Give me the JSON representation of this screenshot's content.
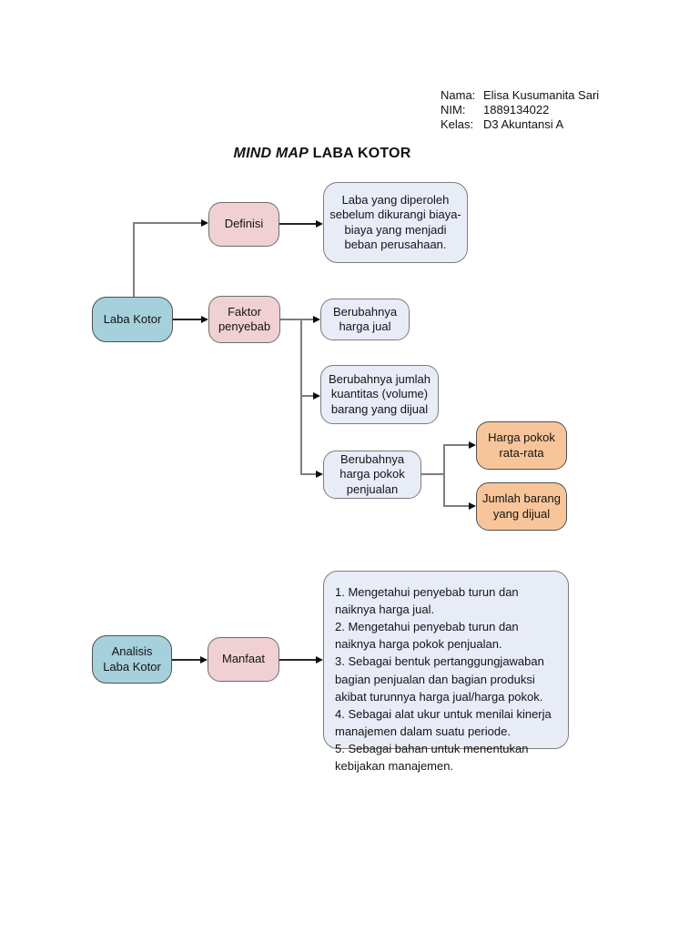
{
  "header": {
    "rows": [
      {
        "label": "Nama:",
        "value": "Elisa Kusumanita Sari"
      },
      {
        "label": "NIM:",
        "value": "1889134022"
      },
      {
        "label": "Kelas:",
        "value": "D3 Akuntansi A"
      }
    ]
  },
  "title": {
    "italic_part": "MIND MAP",
    "regular_part": " LABA KOTOR"
  },
  "colors": {
    "root_node": "#a5d0dc",
    "branch_node": "#f0d0d2",
    "detail_node": "#e8ecf7",
    "sub_node": "#f8c59a",
    "node_border": "#595959",
    "connector": "#7d7d7d",
    "page_background": "#ffffff"
  },
  "nodes": {
    "laba_kotor": {
      "label": "Laba Kotor"
    },
    "definisi": {
      "label": "Definisi"
    },
    "definisi_detail": {
      "text": "Laba yang diperoleh sebelum dikurangi biaya-biaya yang menjadi beban perusahaan."
    },
    "faktor_penyebab": {
      "label": "Faktor penyebab"
    },
    "berubah_harga_jual": {
      "label": "Berubahnya harga jual"
    },
    "berubah_kuantitas": {
      "label": "Berubahnya jumlah kuantitas (volume) barang yang dijual"
    },
    "berubah_hpp": {
      "label": "Berubahnya harga pokok penjualan"
    },
    "harga_pokok_rata": {
      "label": "Harga pokok rata-rata"
    },
    "jumlah_barang": {
      "label": "Jumlah barang yang dijual"
    },
    "analisis_laba_kotor": {
      "label": "Analisis Laba Kotor"
    },
    "manfaat": {
      "label": "Manfaat"
    },
    "manfaat_detail": {
      "items": [
        "1. Mengetahui penyebab turun dan naiknya harga jual.",
        "2. Mengetahui penyebab turun dan naiknya harga pokok penjualan.",
        "3. Sebagai bentuk pertanggungjawaban bagian penjualan dan bagian produksi akibat turunnya harga jual/harga pokok.",
        "4. Sebagai alat ukur untuk menilai kinerja manajemen dalam suatu periode.",
        "5. Sebagai bahan untuk menentukan kebijakan manajemen."
      ]
    }
  }
}
